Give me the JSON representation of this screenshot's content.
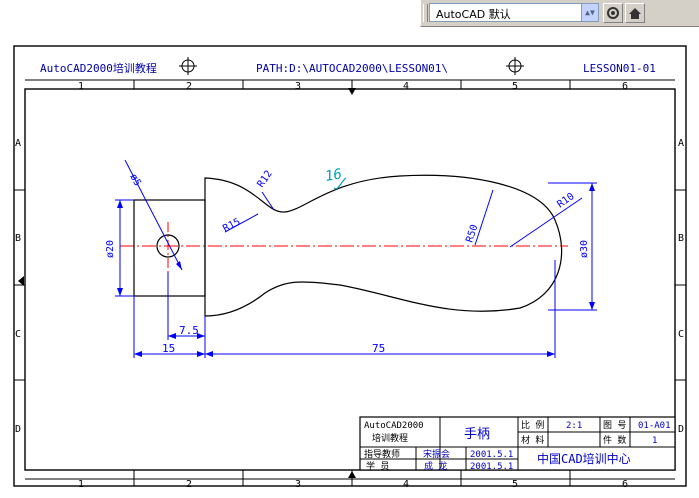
{
  "toolbar": {
    "style_select_value": "AutoCAD 默认",
    "icons": [
      "settings-icon",
      "home-icon"
    ]
  },
  "header": {
    "left": "AutoCAD2000培训教程",
    "center": "PATH:D:\\AUTOCAD2000\\LESSON01\\",
    "right": "LESSON01-01"
  },
  "border": {
    "column_labels": [
      "1",
      "2",
      "3",
      "4",
      "5",
      "6"
    ],
    "row_labels": [
      "A",
      "B",
      "C",
      "D"
    ]
  },
  "dimensions": {
    "d5": "ø5",
    "d20": "ø20",
    "r12": "R12",
    "r15": "R15",
    "r50": "R50",
    "r10": "R10",
    "d30": "ø30",
    "l7_5": "7.5",
    "l15": "15",
    "l75": "75",
    "sketch": "16"
  },
  "title_block": {
    "course_line1": "AutoCAD2000",
    "course_line2": "培训教程",
    "part_name": "手柄",
    "scale_label": "比 例",
    "scale_value": "2:1",
    "drawing_no_label": "图 号",
    "drawing_no_value": "01-A01",
    "material_label": "材 料",
    "quantity_label": "件 数",
    "quantity_value": "1",
    "teacher_label": "指导教师",
    "teacher_value": "宋振会",
    "teacher_date": "2001.5.1",
    "student_label": "学 员",
    "student_value": "成 龙",
    "student_date": "2001.5.1",
    "organization": "中国CAD培训中心"
  },
  "colors": {
    "background": "#ffffff",
    "header_text": "#0000aa",
    "dimension": "#0000ff",
    "centerline": "#ff0000",
    "outline": "#000000",
    "sketch": "#00a0c0"
  }
}
